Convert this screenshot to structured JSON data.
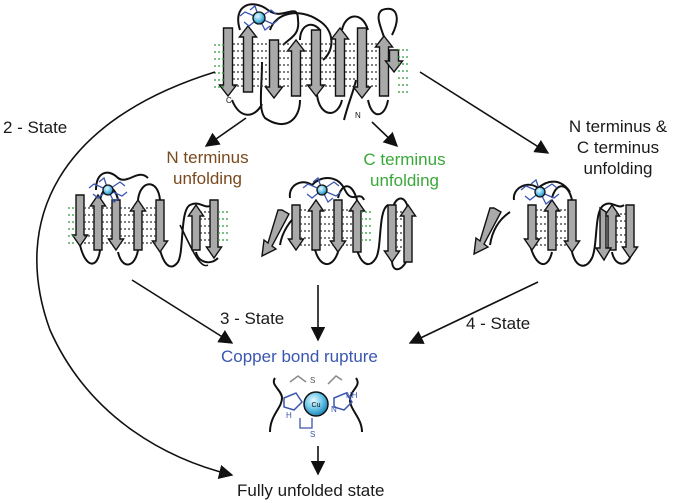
{
  "labels": {
    "two_state": "2 - State",
    "n_unfold_1": "N terminus",
    "n_unfold_2": "unfolding",
    "c_unfold_1": "C terminus",
    "c_unfold_2": "unfolding",
    "nc_unfold_1": "N terminus &",
    "nc_unfold_2": "C terminus",
    "nc_unfold_3": "unfolding",
    "three_state": "3 - State",
    "four_state": "4 - State",
    "copper_rupture": "Copper bond rupture",
    "fully_unfolded": "Fully unfolded state"
  },
  "structure_marks": {
    "copper": "Cu",
    "n_end": "N",
    "c_end": "C",
    "sulfur": "S",
    "nh": "NH",
    "h": "H",
    "n": "N"
  },
  "colors": {
    "text": "#1a1a1a",
    "n_unfold": "#7a4a1e",
    "c_unfold": "#3aa83a",
    "copper": "#3a56b0",
    "copper_ion": "#3fb3df",
    "strand": "#a9a9a9",
    "hbond": "#2e9a3a"
  }
}
